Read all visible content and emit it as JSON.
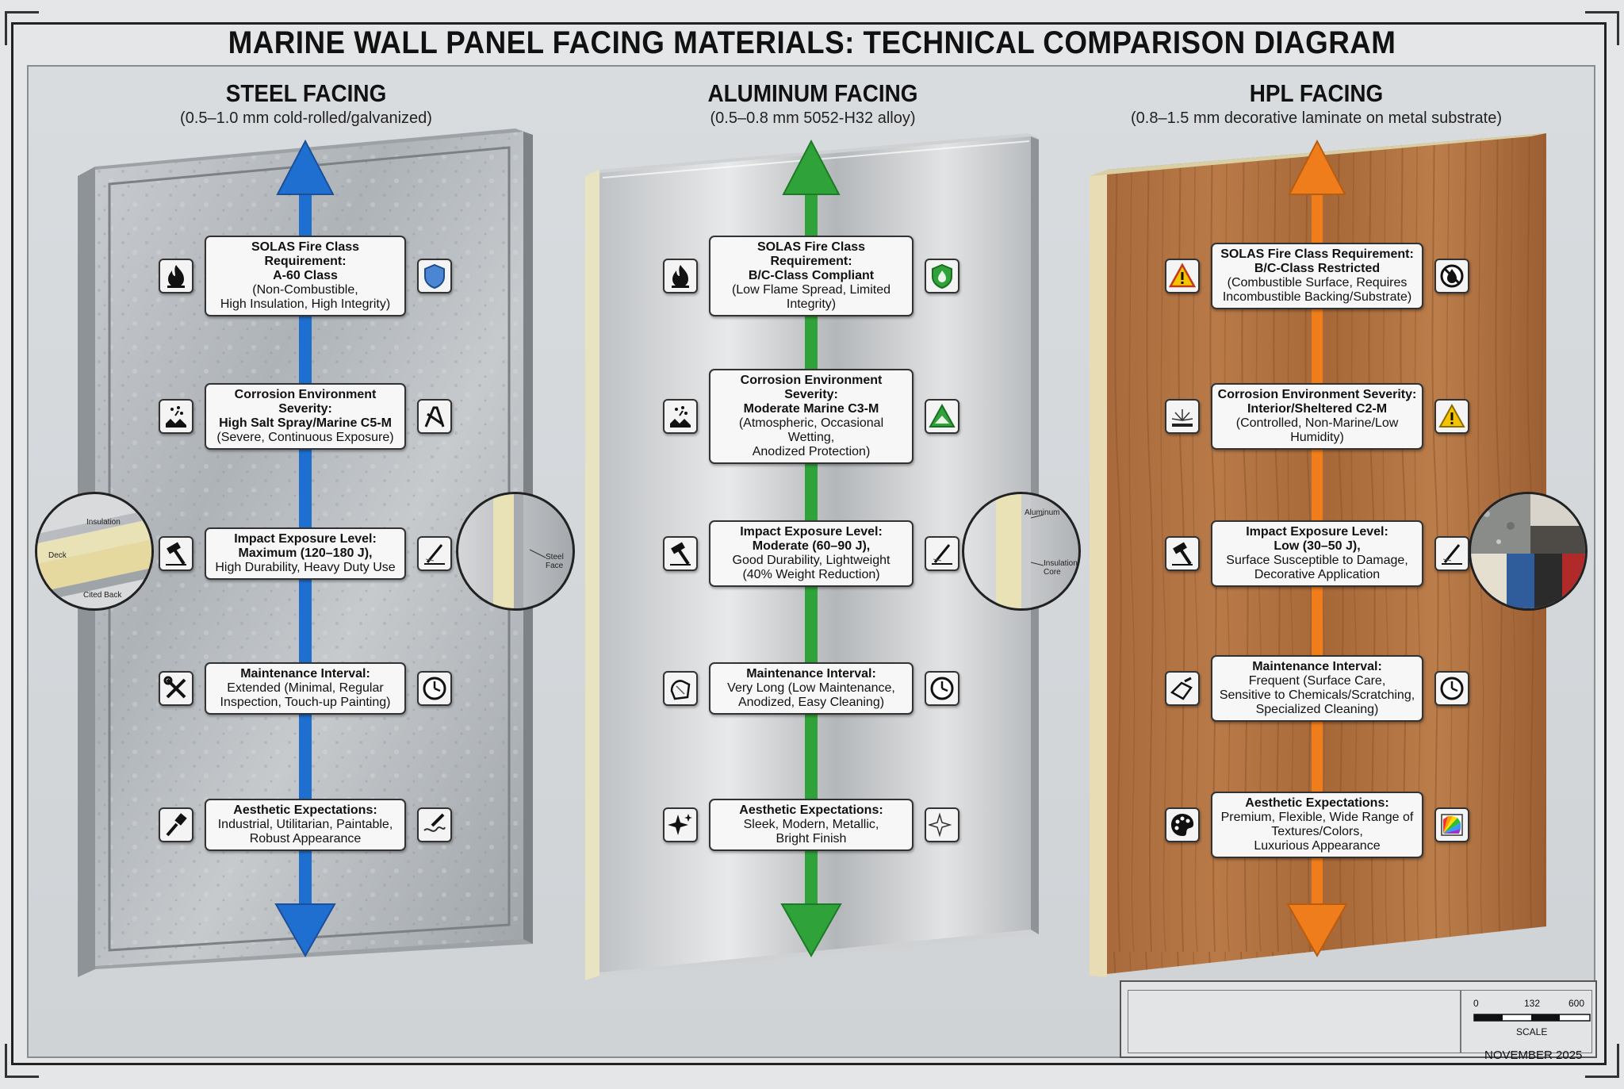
{
  "title": "MARINE WALL PANEL FACING MATERIALS: TECHNICAL COMPARISON DIAGRAM",
  "columns": [
    {
      "heading": "STEEL FACING",
      "sub": "(0.5–1.0 mm cold-rolled/galvanized)",
      "arrow_color": "#1f6fd0",
      "rows": [
        {
          "l1": "SOLAS Fire Class Requirement:",
          "l2": "A-60 Class",
          "l3": "(Non-Combustible,",
          "l4": "High Insulation, High Integrity)",
          "left_icon": "flame-icon",
          "right_icon": "shield-icon"
        },
        {
          "l1": "Corrosion Environment Severity:",
          "l2": "High Salt Spray/Marine C5-M",
          "l3": "(Severe, Continuous Exposure)",
          "l4": "",
          "left_icon": "salt-spray-icon",
          "right_icon": "corrosion-tools-icon"
        },
        {
          "l1": "Impact Exposure Level:",
          "l2": "Maximum (120–180 J),",
          "l3": "High Durability, Heavy Duty Use",
          "l4": "",
          "left_icon": "hammer-icon",
          "right_icon": "scratch-icon"
        },
        {
          "l1": "Maintenance Interval:",
          "l2": "",
          "l3": "Extended (Minimal, Regular",
          "l4": "Inspection, Touch-up Painting)",
          "left_icon": "wrench-icon",
          "right_icon": "clock-icon"
        },
        {
          "l1": "Aesthetic Expectations:",
          "l2": "",
          "l3": "Industrial, Utilitarian, Paintable,",
          "l4": "Robust Appearance",
          "left_icon": "paintbrush-icon",
          "right_icon": "paint-pen-icon"
        }
      ]
    },
    {
      "heading": "ALUMINUM FACING",
      "sub": "(0.5–0.8 mm 5052-H32 alloy)",
      "arrow_color": "#2fa33a",
      "rows": [
        {
          "l1": "SOLAS Fire Class Requirement:",
          "l2": "B/C-Class Compliant",
          "l3": "(Low Flame Spread, Limited Integrity)",
          "l4": "",
          "left_icon": "flame-icon",
          "right_icon": "green-shield-icon"
        },
        {
          "l1": "Corrosion Environment Severity:",
          "l2": "Moderate Marine C3-M",
          "l3": "(Atmospheric, Occasional Wetting,",
          "l4": "Anodized Protection)",
          "left_icon": "salt-spray-icon",
          "right_icon": "green-warning-icon"
        },
        {
          "l1": "Impact Exposure Level:",
          "l2": "Moderate (60–90 J),",
          "l3": "Good Durability, Lightweight",
          "l4": "(40% Weight Reduction)",
          "left_icon": "hammer-icon",
          "right_icon": "scratch-icon"
        },
        {
          "l1": "Maintenance Interval:",
          "l2": "",
          "l3": "Very Long (Low Maintenance,",
          "l4": "Anodized, Easy Cleaning)",
          "left_icon": "cleaning-hand-icon",
          "right_icon": "clock-icon"
        },
        {
          "l1": "Aesthetic Expectations:",
          "l2": "",
          "l3": "Sleek, Modern, Metallic,",
          "l4": "Bright Finish",
          "left_icon": "sparkle-icon",
          "right_icon": "sparkle-outline-icon"
        }
      ]
    },
    {
      "heading": "HPL FACING",
      "sub": "(0.8–1.5 mm decorative laminate on metal substrate)",
      "arrow_color": "#f07d1c",
      "rows": [
        {
          "l1": "SOLAS Fire Class Requirement:",
          "l2": "B/C-Class Restricted",
          "l3": "(Combustible Surface, Requires",
          "l4": "Incombustible Backing/Substrate)",
          "left_icon": "warning-icon",
          "right_icon": "no-fire-icon"
        },
        {
          "l1": "Corrosion Environment Severity:",
          "l2": "Interior/Sheltered C2-M",
          "l3": "(Controlled, Non-Marine/Low Humidity)",
          "l4": "",
          "left_icon": "light-spray-icon",
          "right_icon": "yellow-warning-icon"
        },
        {
          "l1": "Impact Exposure Level:",
          "l2": "Low (30–50 J),",
          "l3": "Surface Susceptible to Damage,",
          "l4": "Decorative Application",
          "left_icon": "hammer-icon",
          "right_icon": "scratch-icon"
        },
        {
          "l1": "Maintenance Interval:",
          "l2": "",
          "l3": "Frequent (Surface Care,",
          "l4": "Sensitive to Chemicals/Scratching, Specialized Cleaning)",
          "left_icon": "wipe-icon",
          "right_icon": "clock-icon"
        },
        {
          "l1": "Aesthetic Expectations:",
          "l2": "",
          "l3": "Premium, Flexible, Wide Range of Textures/Colors,",
          "l4": "Luxurious Appearance",
          "left_icon": "palette-icon",
          "right_icon": "color-swatch-icon"
        }
      ]
    }
  ],
  "callouts": {
    "steel_left": [
      "Insulation",
      "Deck",
      "Cited Back"
    ],
    "steel_right": [
      "Steel Face"
    ],
    "aluminum_right": [
      "Aluminum",
      "Insulation Core"
    ]
  },
  "titleblock": {
    "scale_ticks": [
      "0",
      "132",
      "600"
    ],
    "scale_label": "SCALE",
    "date": "NOVEMBER 2025"
  }
}
